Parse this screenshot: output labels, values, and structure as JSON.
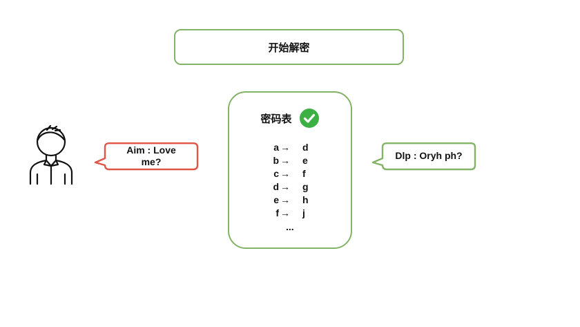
{
  "title": "开始解密",
  "cipher": {
    "title": "密码表",
    "mappings": [
      {
        "from": "a",
        "arrow": "→",
        "to": "d"
      },
      {
        "from": "b",
        "arrow": "→",
        "to": "e"
      },
      {
        "from": "c",
        "arrow": "→",
        "to": "f"
      },
      {
        "from": "d",
        "arrow": "→",
        "to": "g"
      },
      {
        "from": "e",
        "arrow": "→",
        "to": "h"
      },
      {
        "from": "f",
        "arrow": "→",
        "to": "j"
      }
    ],
    "ellipsis": "..."
  },
  "left_bubble": {
    "line1": "Aim : Love",
    "line2": "me?"
  },
  "right_bubble": {
    "text": "Dlp : Oryh ph?"
  },
  "colors": {
    "green": "#82b366",
    "red": "#e05546",
    "check": "#3cb043"
  }
}
